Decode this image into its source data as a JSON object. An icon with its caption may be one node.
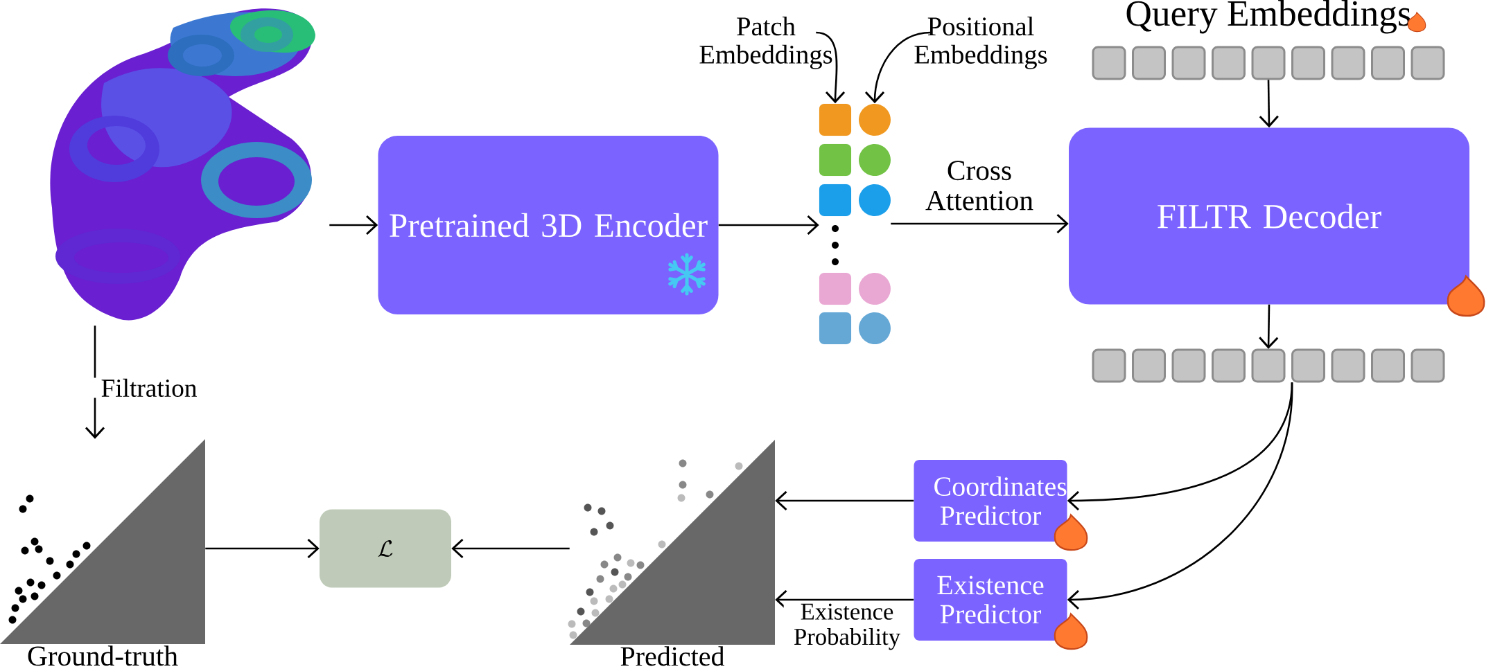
{
  "diagram": {
    "nodes": [
      {
        "text": [],
        "shape": "picture"
      },
      {
        "text": [
          "Patch Embeddings"
        ]
      },
      {
        "text": [
          "Positional Embeddings"
        ]
      },
      {
        "text": [
          "Query Embeddings"
        ]
      },
      {
        "text": [
          "Pretrained 3D Encoder"
        ]
      },
      {
        "text": [],
        "shape": "box"
      },
      {
        "text": [],
        "shape": "circle"
      },
      {
        "text": [
          "FILTR Decoder"
        ]
      },
      {
        "text": [],
        "shape": "box"
      },
      {
        "text": [],
        "shape": "picture",
        "beside": [
          "Ground-truth"
        ]
      },
      {
        "text": [
          "\\mathcal{L}"
        ]
      },
      {
        "text": [],
        "shape": "picture",
        "beside": [
          "Predicted"
        ]
      },
      {
        "text": [
          "Coordinates Predictor"
        ]
      },
      {
        "text": [
          "Existence Predictor"
        ]
      }
    ],
    "edges": [
      {
        "from": 0,
        "to": 4,
        "arrow": "to"
      },
      {
        "from": 1,
        "to": 5,
        "arrow": "to"
      },
      {
        "from": 2,
        "to": 6,
        "arrow": "to"
      },
      {
        "from": 4,
        "to": 5,
        "arrow": "to"
      },
      {
        "from": 6,
        "to": 7,
        "arrow": "to",
        "label": "Cross Attention"
      },
      {
        "from": 3,
        "to": 7,
        "arrow": "to"
      },
      {
        "from": 7,
        "to": 8,
        "arrow": "to"
      },
      {
        "from": 8,
        "to": 12,
        "arrow": "to"
      },
      {
        "from": 8,
        "to": 13,
        "arrow": "to"
      },
      {
        "from": 12,
        "to": 11,
        "arrow": "to"
      },
      {
        "from": 13,
        "to": 11,
        "arrow": "to",
        "label": "Existence Probability"
      },
      {
        "from": 0,
        "to": 9,
        "arrow": "to",
        "label": "Filtration"
      },
      {
        "from": 9,
        "to": 10,
        "arrow": "to"
      },
      {
        "from": 11,
        "to": 10,
        "arrow": "to"
      }
    ]
  }
}
